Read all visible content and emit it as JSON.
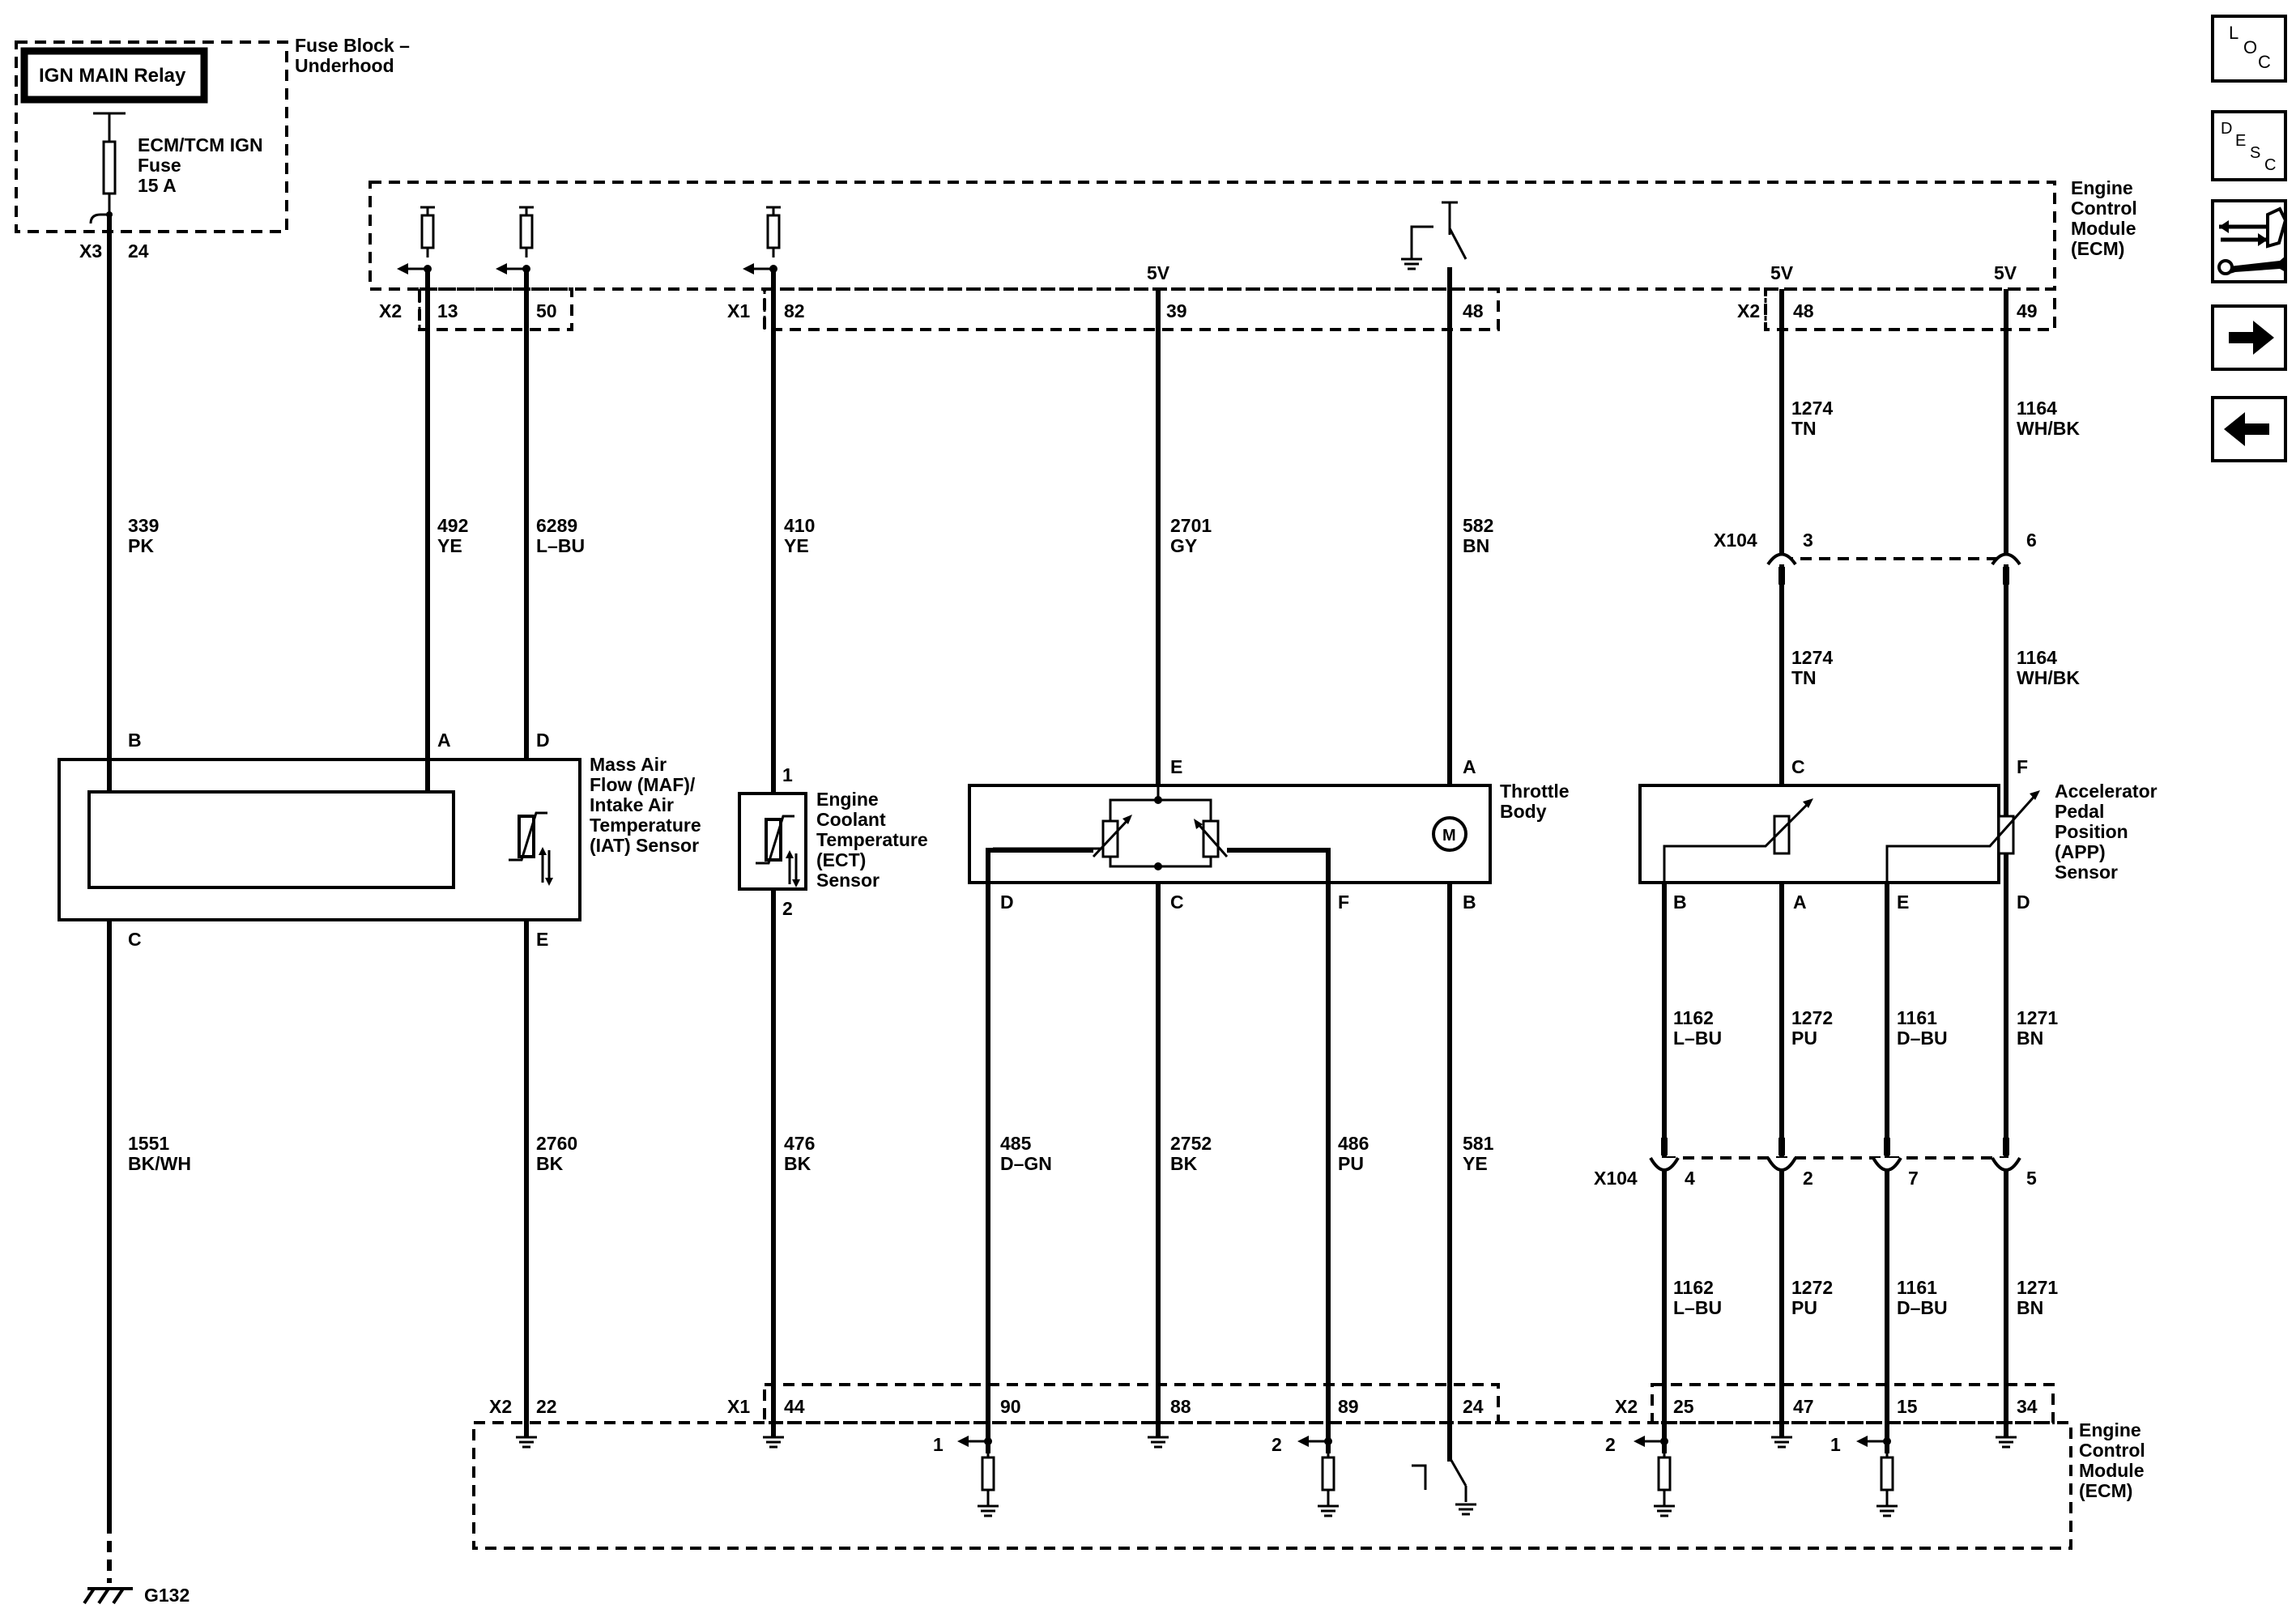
{
  "top_left": {
    "relay": "IGN MAIN Relay",
    "fuse_block": [
      "Fuse Block –",
      "Underhood"
    ],
    "fuse": [
      "ECM/TCM IGN",
      "Fuse",
      "15 A"
    ],
    "conn": "X3",
    "pin": "24"
  },
  "ecm_label": [
    "Engine",
    "Control",
    "Module",
    "(ECM)"
  ],
  "top_connectors": {
    "x2": "X2",
    "x2b": "X2",
    "x1": "X1",
    "fivev": "5V",
    "pins": [
      "13",
      "50",
      "82",
      "39",
      "48",
      "48",
      "49"
    ]
  },
  "wires": {
    "w1": [
      "339",
      "PK"
    ],
    "w2": [
      "492",
      "YE"
    ],
    "w3": [
      "6289",
      "L–BU"
    ],
    "w4": [
      "410",
      "YE"
    ],
    "w5": [
      "2701",
      "GY"
    ],
    "w6": [
      "582",
      "BN"
    ],
    "w7": [
      "1274",
      "TN"
    ],
    "w8": [
      "1164",
      "WH/BK"
    ],
    "w9": [
      "1551",
      "BK/WH"
    ],
    "w10": [
      "2760",
      "BK"
    ],
    "w11": [
      "476",
      "BK"
    ],
    "w12": [
      "485",
      "D–GN"
    ],
    "w13": [
      "2752",
      "BK"
    ],
    "w14": [
      "486",
      "PU"
    ],
    "w15": [
      "581",
      "YE"
    ],
    "w16": [
      "1162",
      "L–BU"
    ],
    "w17": [
      "1272",
      "PU"
    ],
    "w18": [
      "1161",
      "D–BU"
    ],
    "w19": [
      "1271",
      "BN"
    ]
  },
  "x104": {
    "label": "X104",
    "top_pins": [
      "3",
      "6"
    ],
    "bottom_pins": [
      "4",
      "2",
      "7",
      "5"
    ]
  },
  "components": {
    "maf": {
      "name": [
        "Mass Air",
        "Flow (MAF)/",
        "Intake Air",
        "Temperature",
        "(IAT) Sensor"
      ],
      "pins": [
        "B",
        "A",
        "D",
        "C",
        "E"
      ]
    },
    "ect": {
      "name": [
        "Engine",
        "Coolant",
        "Temperature",
        "(ECT)",
        "Sensor"
      ],
      "pins": [
        "1",
        "2"
      ]
    },
    "throttle": {
      "name": [
        "Throttle",
        "Body"
      ],
      "pins": [
        "E",
        "A",
        "D",
        "C",
        "F",
        "B"
      ],
      "motor": "M"
    },
    "app": {
      "name": [
        "Accelerator",
        "Pedal",
        "Position",
        "(APP)",
        "Sensor"
      ],
      "pins": [
        "C",
        "F",
        "B",
        "A",
        "E",
        "D"
      ]
    }
  },
  "bottom_connectors": {
    "x2": "X2",
    "x1": "X1",
    "x2b": "X2",
    "pins": [
      "22",
      "44",
      "90",
      "88",
      "89",
      "24",
      "25",
      "47",
      "15",
      "34"
    ],
    "markers": [
      "1",
      "2",
      "2",
      "1"
    ]
  },
  "ground": "G132",
  "nav": {
    "loc": [
      "L",
      "O",
      "C"
    ],
    "desc": [
      "D",
      "E",
      "S",
      "C"
    ]
  },
  "colors": {
    "line": "#000000",
    "background": "#ffffff"
  }
}
